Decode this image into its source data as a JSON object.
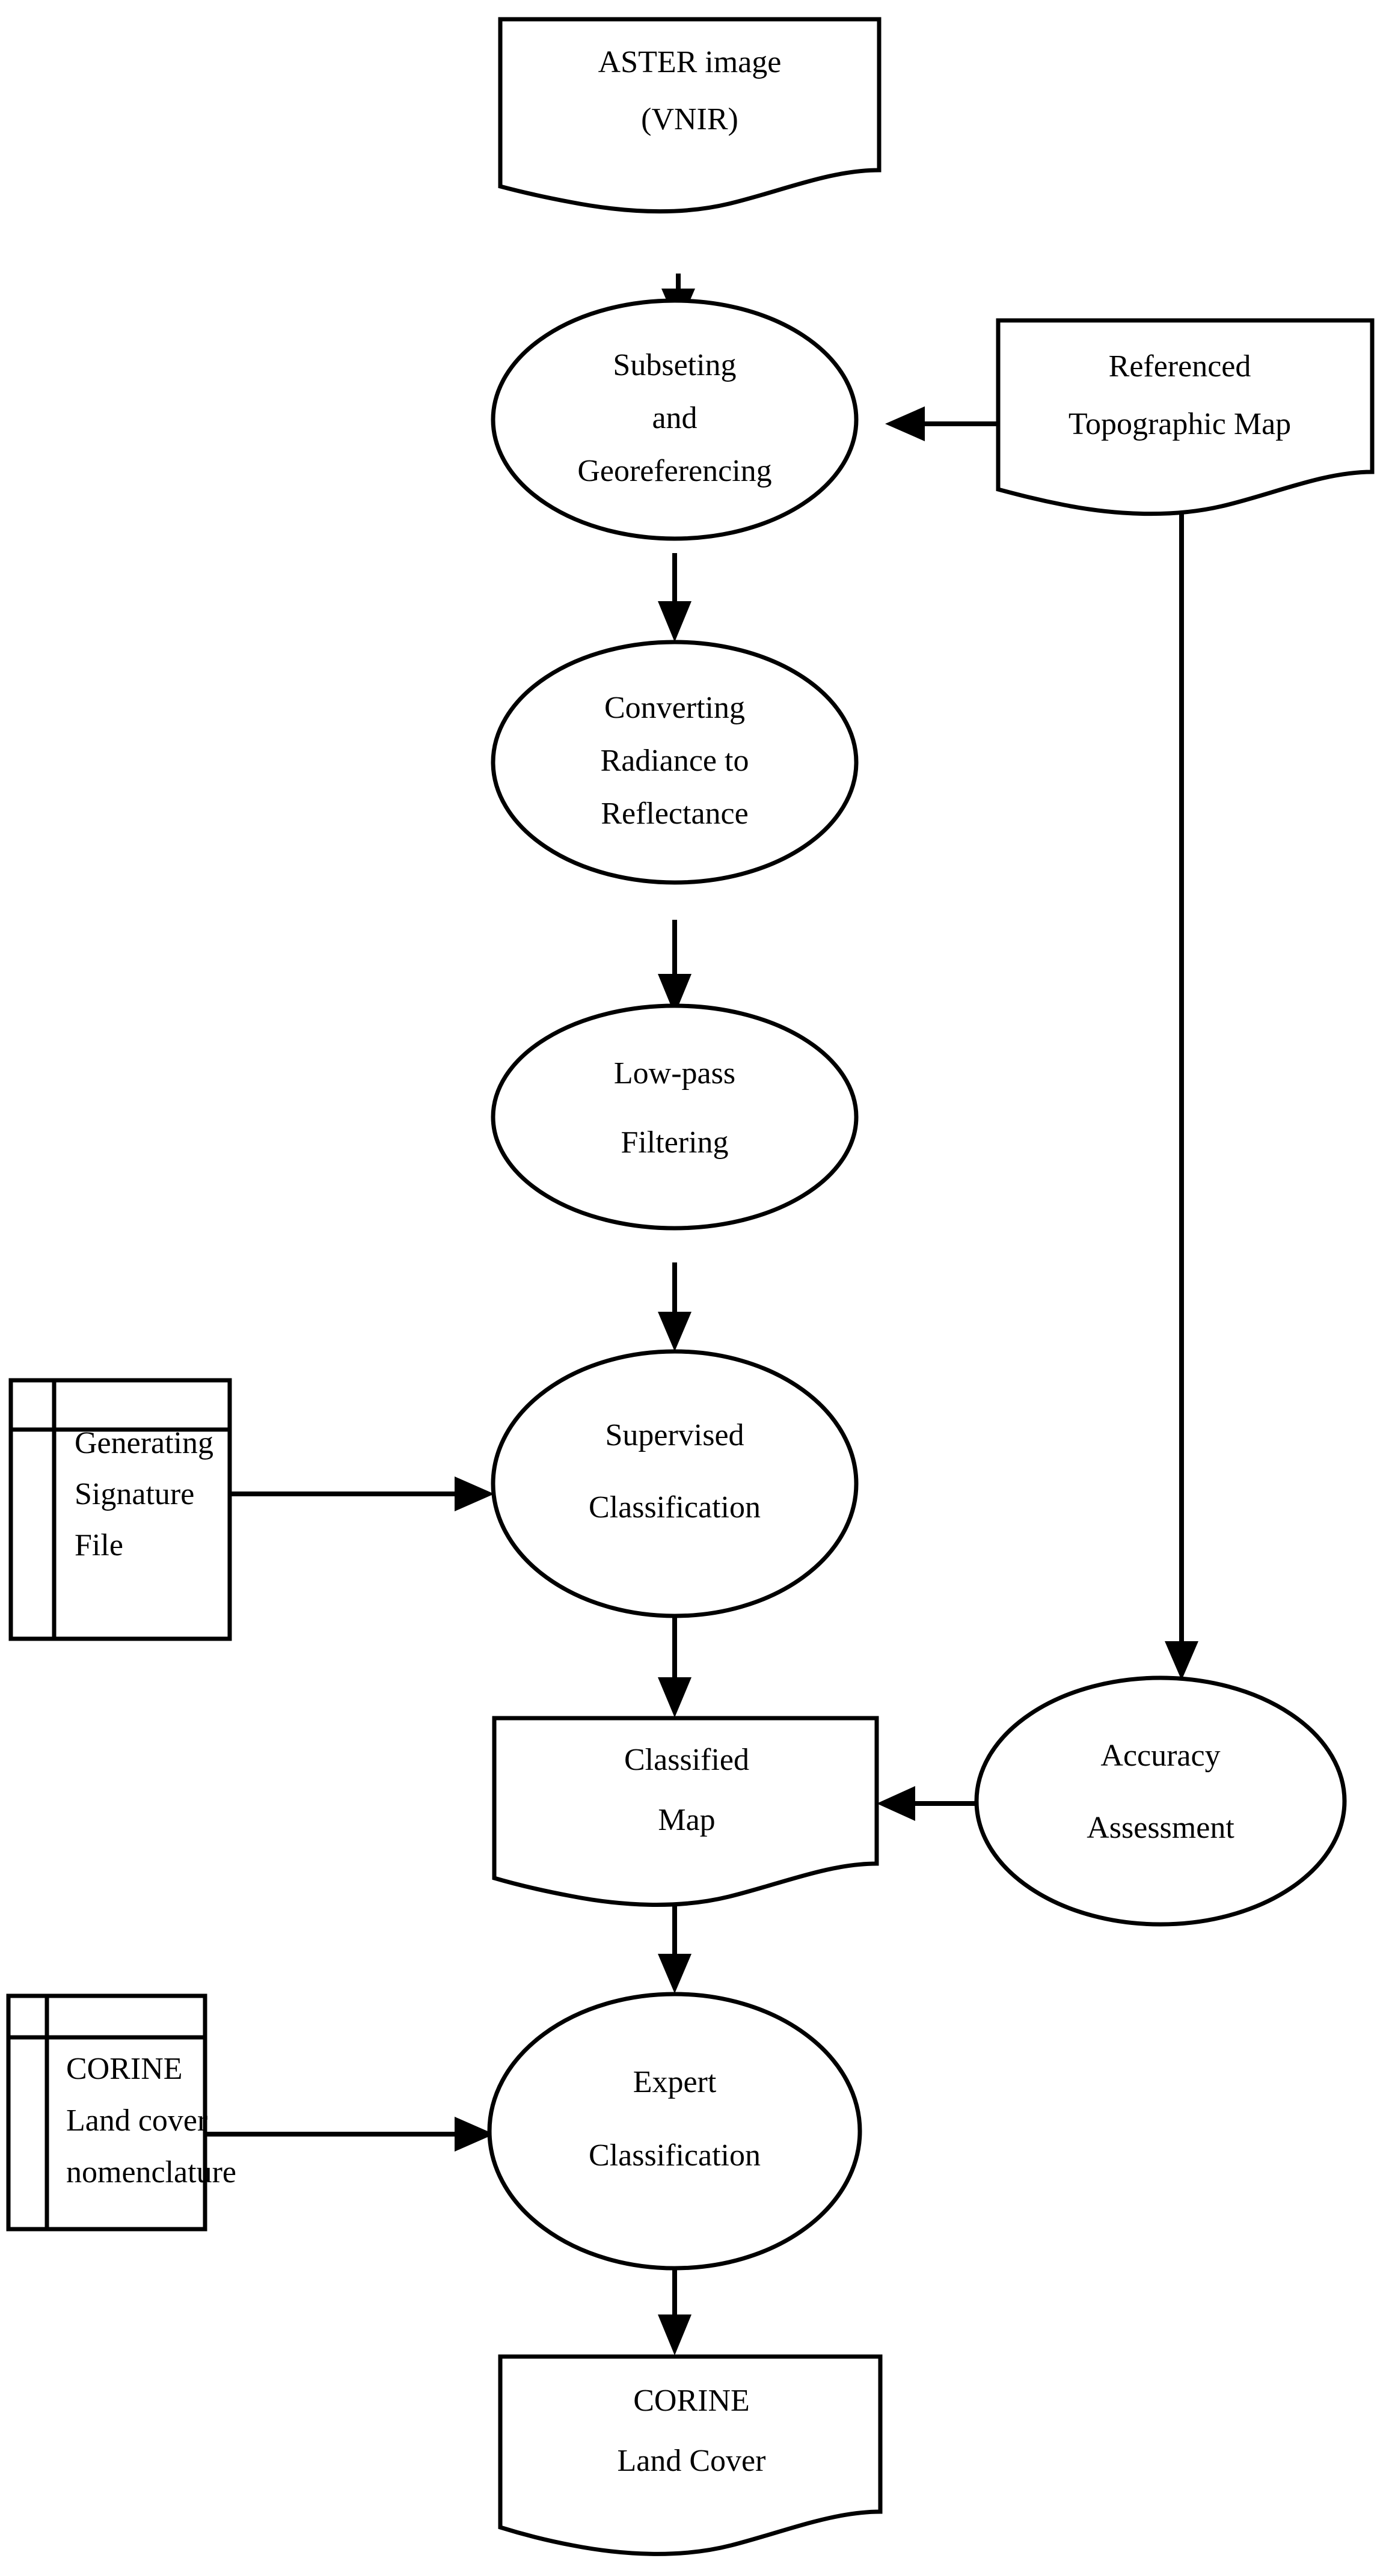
{
  "diagram": {
    "title": "ASTER image land cover classification workflow",
    "background_color": "#ffffff",
    "line_color": "#000000",
    "text_color": "#000000"
  },
  "nodes": {
    "aster_image": {
      "shape": "document",
      "line1": "ASTER image",
      "line2": "(VNIR)"
    },
    "subsetting": {
      "shape": "ellipse",
      "line1": "Subseting",
      "line2": "and",
      "line3": "Georeferencing"
    },
    "topographic_map": {
      "shape": "document",
      "line1": "Referenced",
      "line2": "Topographic Map"
    },
    "converting": {
      "shape": "ellipse",
      "line1": "Converting",
      "line2": "Radiance to",
      "line3": "Reflectance"
    },
    "low_pass": {
      "shape": "ellipse",
      "line1": "Low-pass",
      "line2": "Filtering"
    },
    "signature_file": {
      "shape": "table",
      "line1": "Generating",
      "line2": "Signature",
      "line3": "File"
    },
    "supervised": {
      "shape": "ellipse",
      "line1": "Supervised",
      "line2": "Classification"
    },
    "classified_map": {
      "shape": "document",
      "line1": "Classified",
      "line2": "Map"
    },
    "accuracy": {
      "shape": "ellipse",
      "line1": "Accuracy",
      "line2": "Assessment"
    },
    "corine_nomenclature": {
      "shape": "table",
      "line1": "CORINE",
      "line2": "Land cover",
      "line3": "nomenclature"
    },
    "expert": {
      "shape": "ellipse",
      "line1": "Expert",
      "line2": "Classification"
    },
    "corine_land_cover": {
      "shape": "document",
      "line1": "CORINE",
      "line2": "Land Cover"
    }
  },
  "connections": [
    {
      "id": "aster-to-subsetting",
      "from": "aster_image",
      "to": "subsetting",
      "direction": "down"
    },
    {
      "id": "topomap-to-subsetting",
      "from": "topographic_map",
      "to": "subsetting",
      "direction": "left"
    },
    {
      "id": "subsetting-to-converting",
      "from": "subsetting",
      "to": "converting",
      "direction": "down"
    },
    {
      "id": "converting-to-lowpass",
      "from": "converting",
      "to": "low_pass",
      "direction": "down"
    },
    {
      "id": "lowpass-to-supervised",
      "from": "low_pass",
      "to": "supervised",
      "direction": "down"
    },
    {
      "id": "signature-to-supervised",
      "from": "signature_file",
      "to": "supervised",
      "direction": "right"
    },
    {
      "id": "supervised-to-classified",
      "from": "supervised",
      "to": "classified_map",
      "direction": "down"
    },
    {
      "id": "topomap-to-accuracy",
      "from": "topographic_map",
      "to": "accuracy",
      "direction": "down"
    },
    {
      "id": "accuracy-to-classified",
      "from": "accuracy",
      "to": "classified_map",
      "direction": "left"
    },
    {
      "id": "classified-to-expert",
      "from": "classified_map",
      "to": "expert",
      "direction": "down"
    },
    {
      "id": "corine-nomenclature-to-expert",
      "from": "corine_nomenclature",
      "to": "expert",
      "direction": "right"
    },
    {
      "id": "expert-to-corine-landcover",
      "from": "expert",
      "to": "corine_land_cover",
      "direction": "down"
    }
  ]
}
